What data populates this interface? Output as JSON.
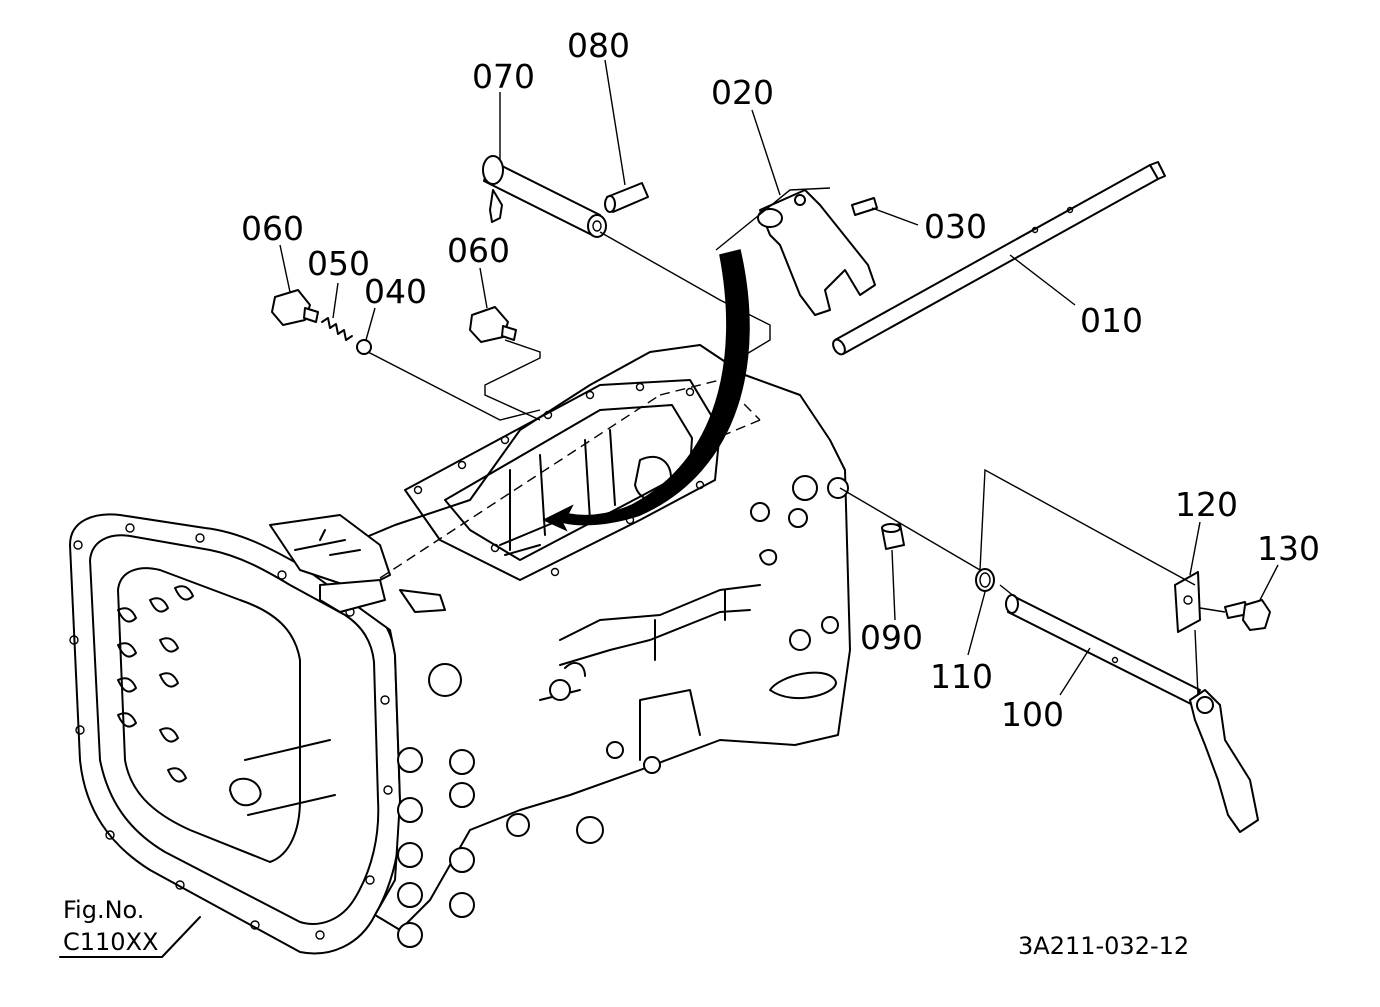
{
  "part_labels": {
    "p010": "010",
    "p020": "020",
    "p030": "030",
    "p040": "040",
    "p050": "050",
    "p060a": "060",
    "p060b": "060",
    "p070": "070",
    "p080": "080",
    "p090": "090",
    "p100": "100",
    "p110": "110",
    "p120": "120",
    "p130": "130"
  },
  "figure": {
    "fig_label": "Fig.No.",
    "fig_number": "C110XX",
    "drawing_code": "3A211-032-12"
  }
}
